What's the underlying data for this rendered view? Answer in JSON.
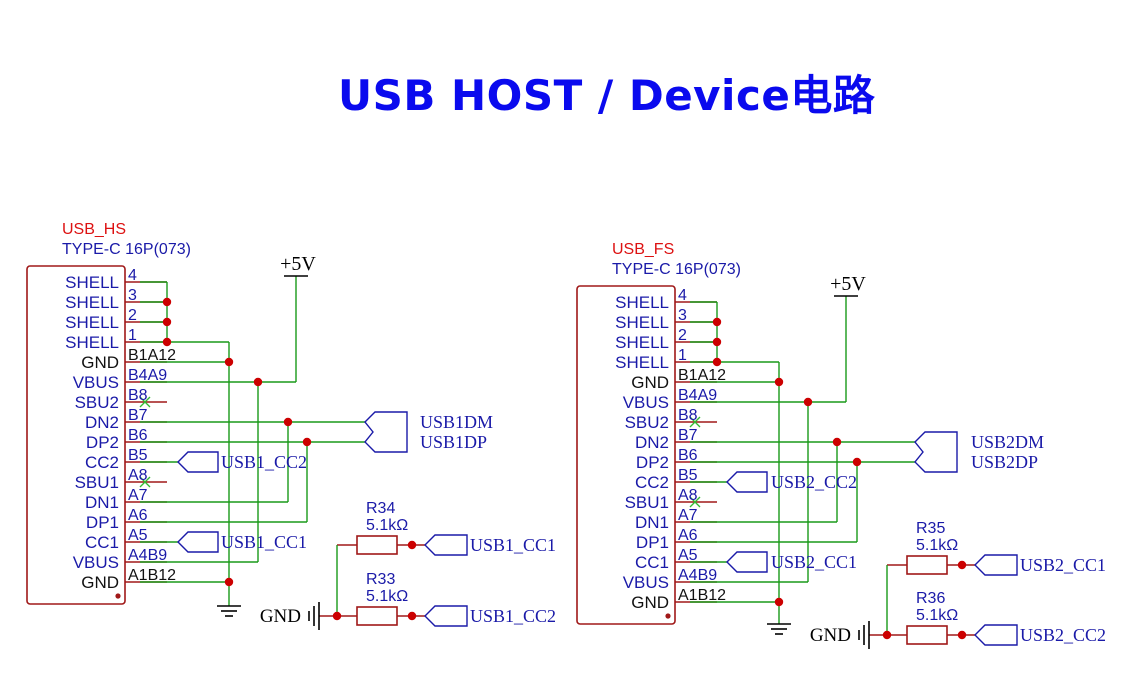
{
  "title": "USB HOST / Device电路",
  "colors": {
    "wire": "#1a9a1a",
    "part": "#a01818",
    "text": "#1a1aa8",
    "title": "#0a0aee",
    "ref": "#dd1111",
    "junction": "#cc0000",
    "nc": "#33bb33",
    "power": "#000000"
  },
  "connectors": {
    "usb_hs": {
      "ref": "USB_HS",
      "value": "TYPE-C 16P(073)",
      "pins": [
        {
          "name": "SHELL",
          "num": "4"
        },
        {
          "name": "SHELL",
          "num": "3"
        },
        {
          "name": "SHELL",
          "num": "2"
        },
        {
          "name": "SHELL",
          "num": "1"
        },
        {
          "name": "GND",
          "num": "B1A12"
        },
        {
          "name": "VBUS",
          "num": "B4A9"
        },
        {
          "name": "SBU2",
          "num": "B8"
        },
        {
          "name": "DN2",
          "num": "B7"
        },
        {
          "name": "DP2",
          "num": "B6"
        },
        {
          "name": "CC2",
          "num": "B5"
        },
        {
          "name": "SBU1",
          "num": "A8"
        },
        {
          "name": "DN1",
          "num": "A7"
        },
        {
          "name": "DP1",
          "num": "A6"
        },
        {
          "name": "CC1",
          "num": "A5"
        },
        {
          "name": "VBUS",
          "num": "A4B9"
        },
        {
          "name": "GND",
          "num": "A1B12"
        }
      ]
    },
    "usb_fs": {
      "ref": "USB_FS",
      "value": "TYPE-C 16P(073)",
      "pins": [
        {
          "name": "SHELL",
          "num": "4"
        },
        {
          "name": "SHELL",
          "num": "3"
        },
        {
          "name": "SHELL",
          "num": "2"
        },
        {
          "name": "SHELL",
          "num": "1"
        },
        {
          "name": "GND",
          "num": "B1A12"
        },
        {
          "name": "VBUS",
          "num": "B4A9"
        },
        {
          "name": "SBU2",
          "num": "B8"
        },
        {
          "name": "DN2",
          "num": "B7"
        },
        {
          "name": "DP2",
          "num": "B6"
        },
        {
          "name": "CC2",
          "num": "B5"
        },
        {
          "name": "SBU1",
          "num": "A8"
        },
        {
          "name": "DN1",
          "num": "A7"
        },
        {
          "name": "DP1",
          "num": "A6"
        },
        {
          "name": "CC1",
          "num": "A5"
        },
        {
          "name": "VBUS",
          "num": "A4B9"
        },
        {
          "name": "GND",
          "num": "A1B12"
        }
      ]
    }
  },
  "power": {
    "plus5v": "+5V",
    "gnd": "GND"
  },
  "nets": {
    "usb1dm": "USB1DM",
    "usb1dp": "USB1DP",
    "usb2dm": "USB2DM",
    "usb2dp": "USB2DP",
    "usb1_cc1": "USB1_CC1",
    "usb1_cc2": "USB1_CC2",
    "usb2_cc1": "USB2_CC1",
    "usb2_cc2": "USB2_CC2"
  },
  "resistors": {
    "r34": {
      "ref": "R34",
      "value": "5.1kΩ"
    },
    "r33": {
      "ref": "R33",
      "value": "5.1kΩ"
    },
    "r35": {
      "ref": "R35",
      "value": "5.1kΩ"
    },
    "r36": {
      "ref": "R36",
      "value": "5.1kΩ"
    }
  }
}
